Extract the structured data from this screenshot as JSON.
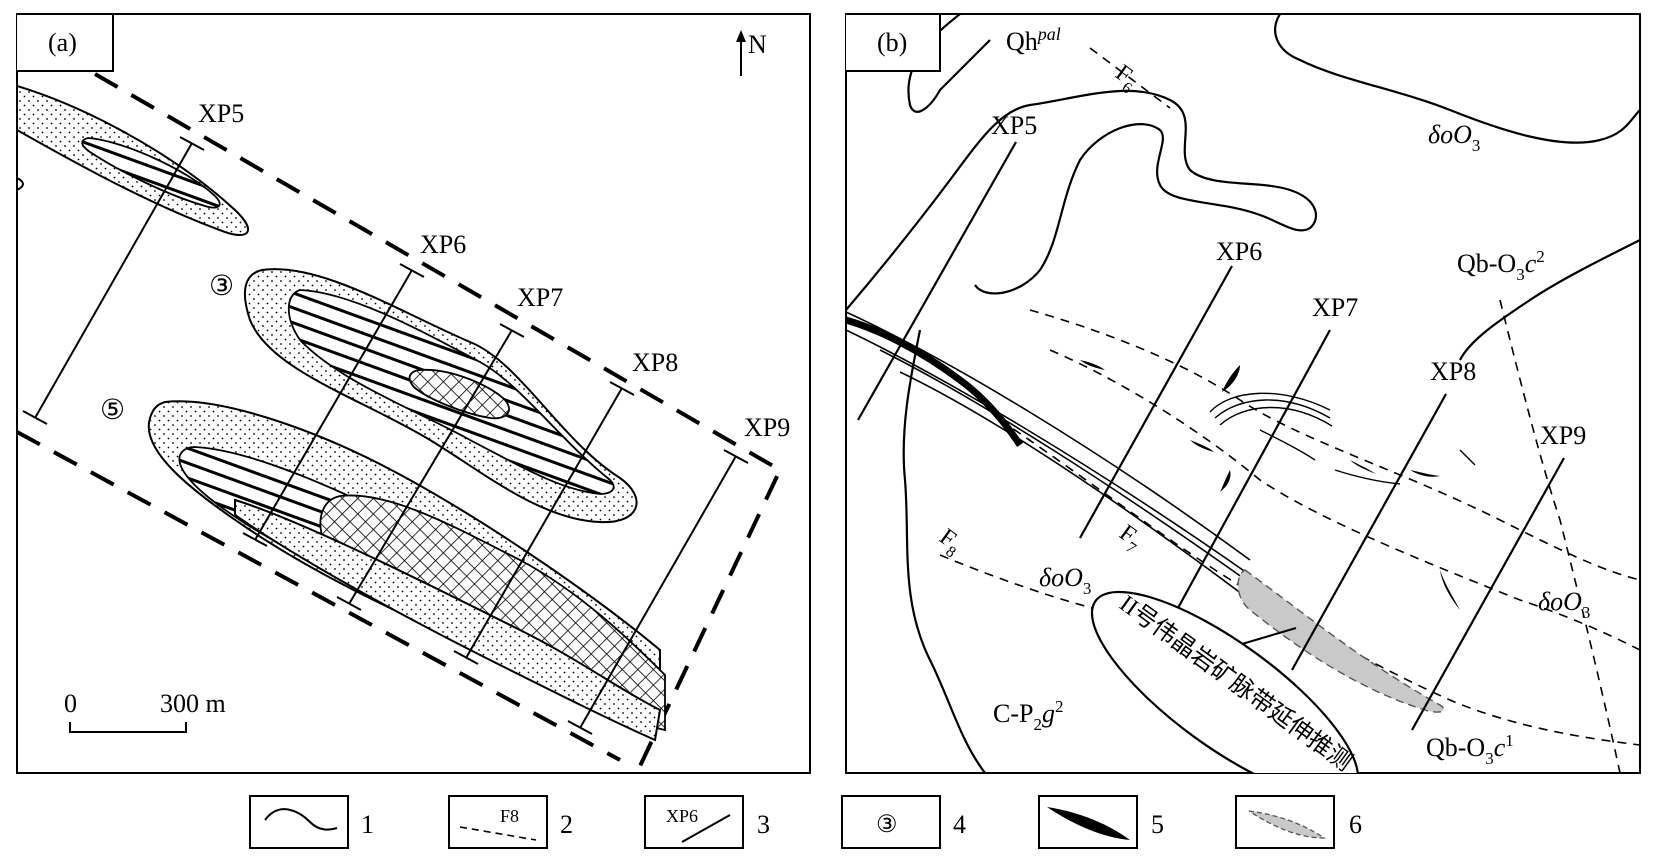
{
  "panel_a": {
    "tag": "(a)",
    "north": "N",
    "profiles": [
      "XP5",
      "XP6",
      "XP7",
      "XP8",
      "XP9"
    ],
    "body_3": "③",
    "body_5": "⑤",
    "scale_zero": "0",
    "scale_len": "300 m"
  },
  "panel_b": {
    "tag": "(b)",
    "qh": "Qh",
    "qh_sup": "pal",
    "f6": "F",
    "f6_sub": "6",
    "f7": "F",
    "f7_sub": "7",
    "f8": "F",
    "f8_sub": "8",
    "do3_a": "δοO",
    "do3_b": "δοO",
    "do3_c": "δοO",
    "o3_sub": "3",
    "qbo3c2": "Qb-O",
    "qbo3c2_c": "c",
    "qbo3c2_sup": "2",
    "qbo3c1": "Qb-O",
    "qbo3c1_c": "c",
    "qbo3c1_sup": "1",
    "cp2g2": "C-P",
    "cp2g2_sub": "2",
    "cp2g2_g": "g",
    "cp2g2_sup": "2",
    "ellipse_text": "II号伟晶岩矿脉带延伸推测",
    "profiles": [
      "XP5",
      "XP6",
      "XP7",
      "XP8",
      "XP9"
    ]
  },
  "legend": [
    {
      "num": "1",
      "sample": ""
    },
    {
      "num": "2",
      "sample": "F8"
    },
    {
      "num": "3",
      "sample": "XP6"
    },
    {
      "num": "4",
      "sample": "③"
    },
    {
      "num": "5",
      "sample": ""
    },
    {
      "num": "6",
      "sample": ""
    }
  ]
}
